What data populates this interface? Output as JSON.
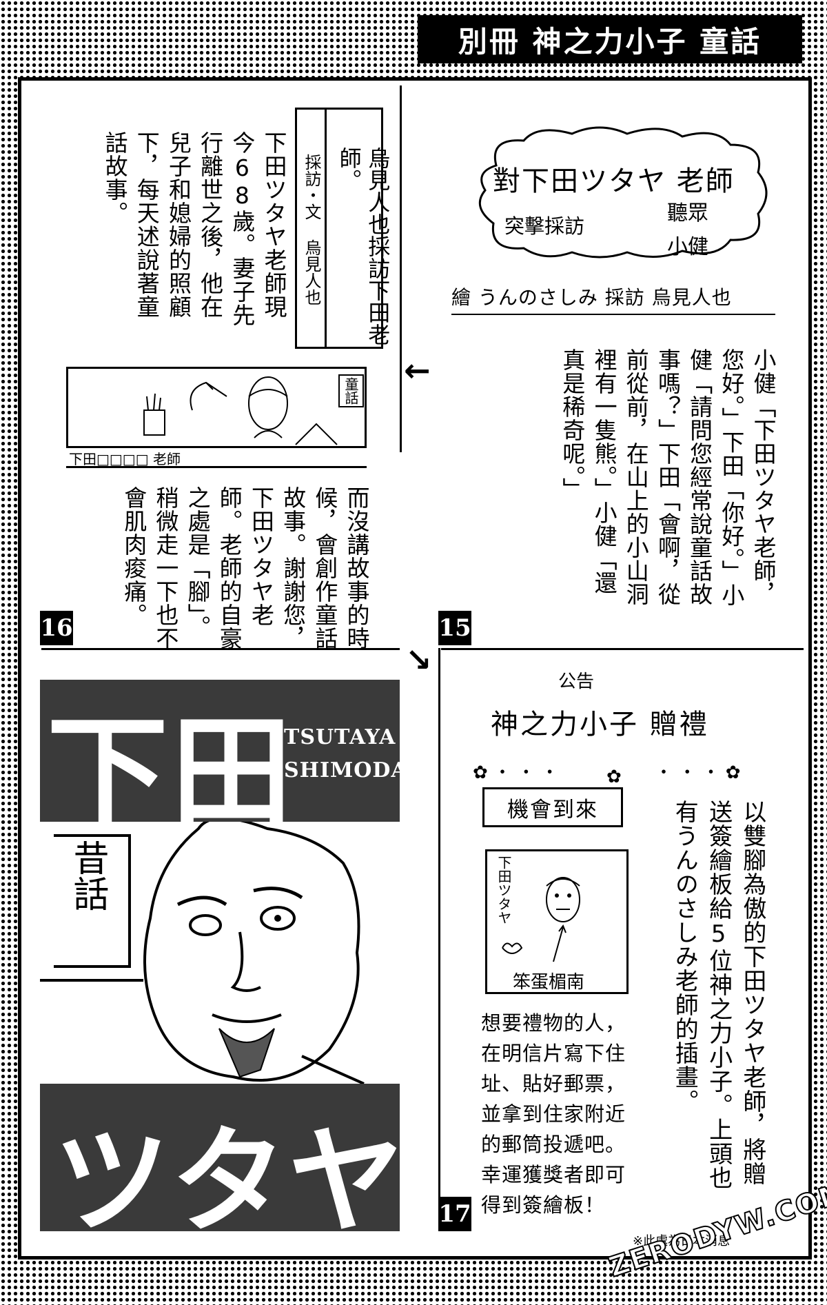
{
  "header": {
    "title": "別冊 神之力小子 童話"
  },
  "interview": {
    "cloud_title": "對下田ツタヤ 老師",
    "cloud_left": "突擊採訪",
    "cloud_right_1": "聽眾",
    "cloud_right_2": "小健",
    "credit": "繪 うんのさしみ 採訪 烏見人也",
    "dialogue": "小健「下田ツタヤ老師，您好。」下田「你好。」小健「請問您經常說童話故事嗎？」下田「會啊，從前從前，在山上的小山洞裡有一隻熊。」小健「還真是稀奇呢。」",
    "tag_title": "烏見人也採訪下田老師。",
    "tag_byline": "採訪・文 烏見人也",
    "intro": "下田ツタヤ老師現今68歲。妻子先行離世之後，他在兒子和媳婦的照顧下，每天述說著童話故事。",
    "sketch_sign": "童話",
    "sketch_label": "下田□□□□ 老師",
    "continuation": "而沒講故事的時候，會創作童話故事。謝謝您，下田ツタヤ老師。老師的自豪之處是「腳」。稍微走一下也不會肌肉痠痛。",
    "page_15": "15",
    "page_16": "16",
    "page_17": "17"
  },
  "portrait": {
    "name_kanji": "下田",
    "name_kana": "ツタヤ",
    "name_en_1": "TSUTAYA",
    "name_en_2": "SHIMODA",
    "sign": "昔話"
  },
  "announcement": {
    "notice": "公告",
    "title": "神之力小子 贈禮",
    "chance": "機會到來",
    "board_label": "笨蛋楣南",
    "board_sign": "下田ツタヤ",
    "send_lines": [
      "想要禮物的人，",
      "在明信片寫下住",
      "址、貼好郵票，",
      "並拿到住家附近",
      "的郵筒投遞吧。",
      "幸運獲獎者即可",
      "得到簽繪板！"
    ],
    "gift_vertical": "以雙腳為傲的下田ツタヤ老師，將贈送簽繪板給5位神之力小子。上頭也有うんのさしみ老師的插畫。",
    "footnote": "※此處為日本消息",
    "watermark": "ZERODYW.COM"
  }
}
